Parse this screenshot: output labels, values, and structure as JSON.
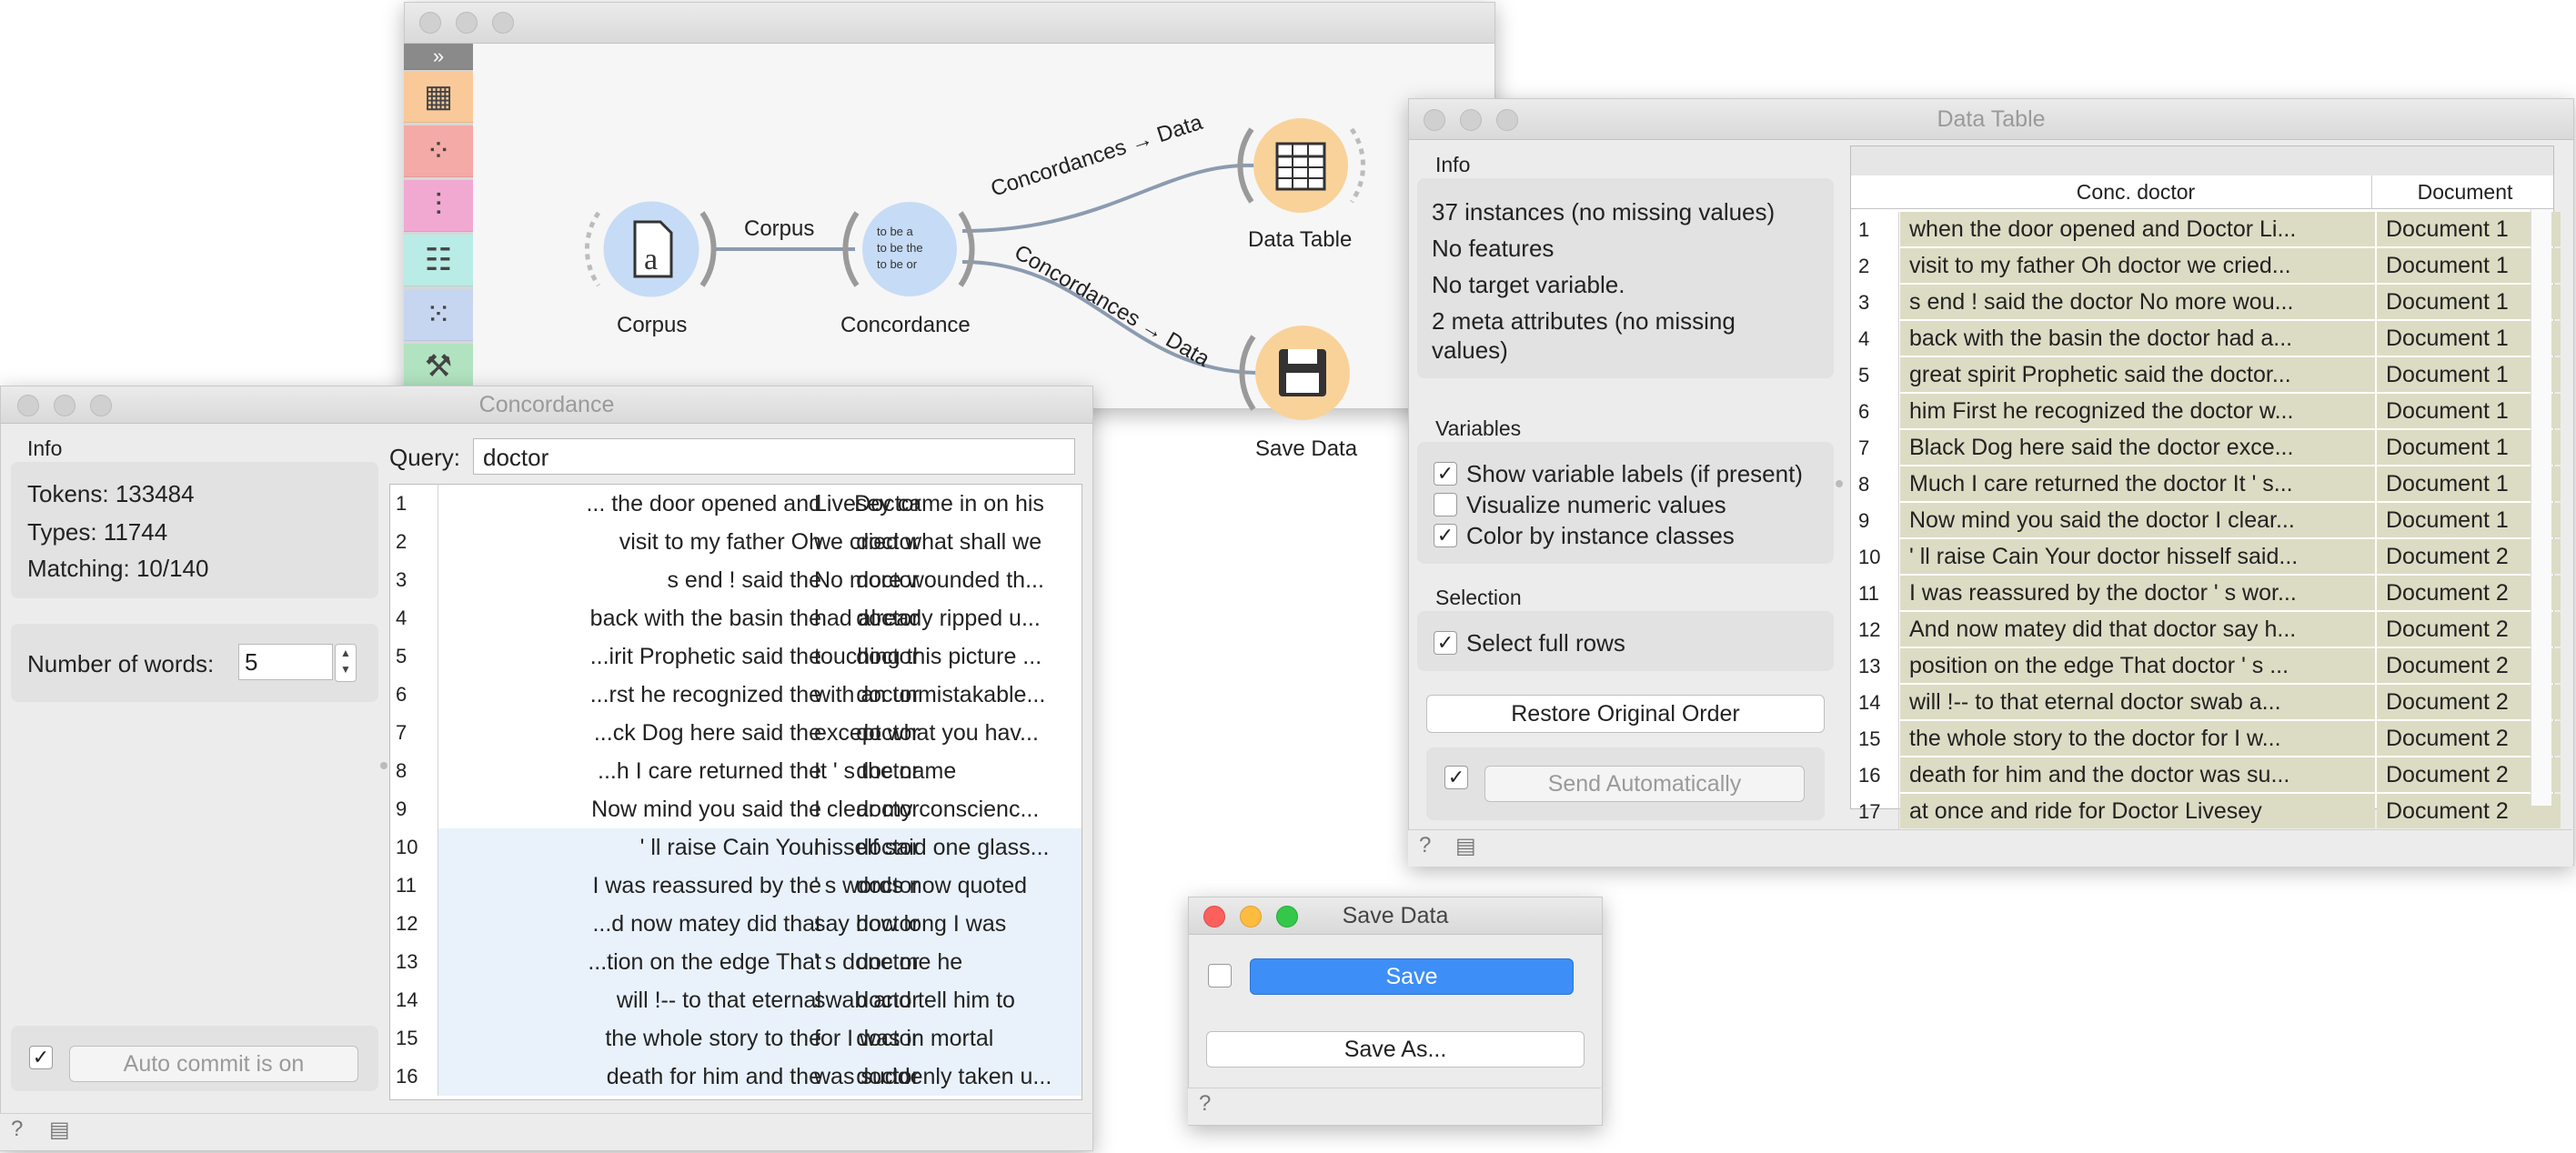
{
  "canvas": {
    "nodes": [
      {
        "name": "Corpus"
      },
      {
        "name": "Concordance"
      },
      {
        "name": "Data Table"
      },
      {
        "name": "Save Data"
      }
    ],
    "links": [
      {
        "label": "Corpus"
      },
      {
        "label": "Concordances → Data"
      },
      {
        "label": "Concordances → Data"
      }
    ],
    "concordance_icon_lines": [
      "to be a",
      "to be the",
      "to be or"
    ]
  },
  "concordance": {
    "title": "Concordance",
    "info_label": "Info",
    "tokens": "Tokens: 133484",
    "types": "Types: 11744",
    "matching": "Matching: 10/140",
    "words_label": "Number of words:",
    "words_value": "5",
    "query_label": "Query:",
    "query_value": "doctor",
    "auto_commit": "Auto commit is on",
    "rows": [
      {
        "n": "1",
        "left": "... the door opened and",
        "kw": "Doctor",
        "right": "Livesey came in on his"
      },
      {
        "n": "2",
        "left": "visit to my father Oh",
        "kw": "doctor",
        "right": "we cried what shall we"
      },
      {
        "n": "3",
        "left": "s end ! said the",
        "kw": "doctor",
        "right": "No more wounded th..."
      },
      {
        "n": "4",
        "left": "back with the basin the",
        "kw": "doctor",
        "right": "had already ripped u..."
      },
      {
        "n": "5",
        "left": "...irit Prophetic said the",
        "kw": "doctor",
        "right": "touching this picture ..."
      },
      {
        "n": "6",
        "left": "...rst he recognized the",
        "kw": "doctor",
        "right": "with an unmistakable..."
      },
      {
        "n": "7",
        "left": "...ck Dog here said the",
        "kw": "doctor",
        "right": "except what you hav..."
      },
      {
        "n": "8",
        "left": "...h I care returned the",
        "kw": "doctor",
        "right": "It ' s the name"
      },
      {
        "n": "9",
        "left": "Now mind you said the",
        "kw": "doctor",
        "right": "I clear my conscienc..."
      },
      {
        "n": "10",
        "left": "' ll raise Cain Your",
        "kw": "doctor",
        "right": "hisself said one glass..."
      },
      {
        "n": "11",
        "left": "I was reassured by the",
        "kw": "doctor",
        "right": "' s words now quoted"
      },
      {
        "n": "12",
        "left": "...d now matey did that",
        "kw": "doctor",
        "right": "say how long I was"
      },
      {
        "n": "13",
        "left": "...tion on the edge That",
        "kw": "doctor",
        "right": "' s done me he"
      },
      {
        "n": "14",
        "left": "will !-- to that eternal",
        "kw": "doctor",
        "right": "swab and tell him to"
      },
      {
        "n": "15",
        "left": "the whole story to the",
        "kw": "doctor",
        "right": "for I was in mortal"
      },
      {
        "n": "16",
        "left": "death for him and the",
        "kw": "doctor",
        "right": "was suddenly taken u..."
      }
    ]
  },
  "datatable": {
    "title": "Data Table",
    "info_label": "Info",
    "info_lines": [
      "37 instances (no missing values)",
      "No features",
      "No target variable.",
      "2 meta attributes (no missing",
      "values)"
    ],
    "variables_label": "Variables",
    "var_opts": [
      {
        "label": "Show variable labels (if present)",
        "checked": "✓"
      },
      {
        "label": "Visualize numeric values",
        "checked": ""
      },
      {
        "label": "Color by instance classes",
        "checked": "✓"
      }
    ],
    "selection_label": "Selection",
    "select_full_rows": "Select full rows",
    "restore": "Restore Original Order",
    "send_auto": "Send Automatically",
    "columns": [
      "Conc. doctor",
      "Document"
    ],
    "rows": [
      {
        "n": "1",
        "text": "when the door opened and Doctor Li...",
        "doc": "Document 1"
      },
      {
        "n": "2",
        "text": "visit to my father Oh doctor we cried...",
        "doc": "Document 1"
      },
      {
        "n": "3",
        "text": "s end ! said the doctor No more wou...",
        "doc": "Document 1"
      },
      {
        "n": "4",
        "text": "back with the basin the doctor had a...",
        "doc": "Document 1"
      },
      {
        "n": "5",
        "text": "great spirit Prophetic said the doctor...",
        "doc": "Document 1"
      },
      {
        "n": "6",
        "text": "him First he recognized the doctor w...",
        "doc": "Document 1"
      },
      {
        "n": "7",
        "text": "Black Dog here said the doctor exce...",
        "doc": "Document 1"
      },
      {
        "n": "8",
        "text": "Much I care returned the doctor It ' s...",
        "doc": "Document 1"
      },
      {
        "n": "9",
        "text": "Now mind you said the doctor I clear...",
        "doc": "Document 1"
      },
      {
        "n": "10",
        "text": "' ll raise Cain Your doctor hisself said...",
        "doc": "Document 2"
      },
      {
        "n": "11",
        "text": "I was reassured by the doctor ' s wor...",
        "doc": "Document 2"
      },
      {
        "n": "12",
        "text": "And now matey did that doctor say h...",
        "doc": "Document 2"
      },
      {
        "n": "13",
        "text": "position on the edge That doctor ' s ...",
        "doc": "Document 2"
      },
      {
        "n": "14",
        "text": "will !-- to that eternal doctor swab a...",
        "doc": "Document 2"
      },
      {
        "n": "15",
        "text": "the whole story to the doctor for I w...",
        "doc": "Document 2"
      },
      {
        "n": "16",
        "text": "death for him and the doctor was su...",
        "doc": "Document 2"
      },
      {
        "n": "17",
        "text": "at once and ride for Doctor Livesey",
        "doc": "Document 2"
      }
    ]
  },
  "savedata": {
    "title": "Save Data",
    "save": "Save",
    "save_as": "Save As..."
  },
  "colors": {
    "accent_blue": "#3d8ef6",
    "node_orange": "#f9d29a",
    "node_blue": "#c6dbf5",
    "meta_cell": "#dcdcc4",
    "selected_row": "#e9f1fb"
  },
  "icons": [
    "corpus-icon",
    "concordance-icon",
    "table-icon",
    "save-disk-icon",
    "help-icon",
    "report-icon"
  ]
}
